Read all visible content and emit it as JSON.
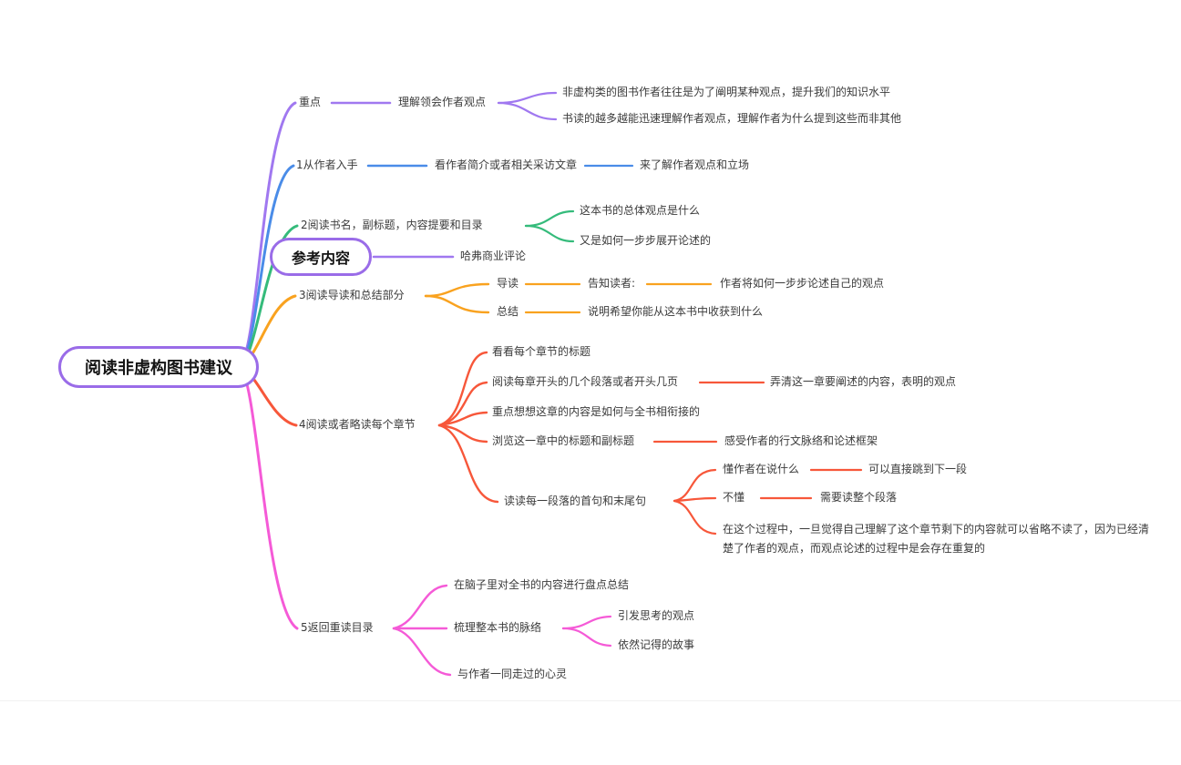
{
  "canvas": {
    "background": "#ffffff"
  },
  "colors": {
    "purple": "#a078f0",
    "purple_border": "#9a6ce8",
    "blue": "#4a8ce8",
    "green": "#35bb7b",
    "orange": "#f9a21f",
    "red": "#f7573a",
    "pink": "#f55ad7",
    "text": "#3b3b3b"
  },
  "mindmap": {
    "root": {
      "label": "阅读非虚构图书建议"
    },
    "reference": {
      "label": "参考内容",
      "child": {
        "label": "哈弗商业评论"
      }
    },
    "branches": [
      {
        "label": "重点",
        "color": "#a078f0",
        "children": [
          {
            "label": "理解领会作者观点",
            "children": [
              {
                "label": "非虚构类的图书作者往往是为了阐明某种观点，提升我们的知识水平"
              },
              {
                "label": "书读的越多越能迅速理解作者观点，理解作者为什么提到这些而非其他"
              }
            ]
          }
        ]
      },
      {
        "label": "1从作者入手",
        "color": "#4a8ce8",
        "children": [
          {
            "label": "看作者简介或者相关采访文章",
            "children": [
              {
                "label": "来了解作者观点和立场"
              }
            ]
          }
        ]
      },
      {
        "label": "2阅读书名，副标题，内容提要和目录",
        "color": "#35bb7b",
        "children": [
          {
            "label": "这本书的总体观点是什么"
          },
          {
            "label": "又是如何一步步展开论述的"
          }
        ]
      },
      {
        "label": "3阅读导读和总结部分",
        "color": "#f9a21f",
        "children": [
          {
            "label": "导读",
            "children": [
              {
                "label": "告知读者:",
                "children": [
                  {
                    "label": "作者将如何一步步论述自己的观点"
                  }
                ]
              }
            ]
          },
          {
            "label": "总结",
            "children": [
              {
                "label": "说明希望你能从这本书中收获到什么"
              }
            ]
          }
        ]
      },
      {
        "label": "4阅读或者略读每个章节",
        "color": "#f7573a",
        "children": [
          {
            "label": "看看每个章节的标题"
          },
          {
            "label": "阅读每章开头的几个段落或者开头几页",
            "children": [
              {
                "label": "弄清这一章要阐述的内容，表明的观点"
              }
            ]
          },
          {
            "label": "重点想想这章的内容是如何与全书相衔接的"
          },
          {
            "label": "浏览这一章中的标题和副标题",
            "children": [
              {
                "label": "感受作者的行文脉络和论述框架"
              }
            ]
          },
          {
            "label": "读读每一段落的首句和末尾句",
            "children": [
              {
                "label": "懂作者在说什么",
                "children": [
                  {
                    "label": "可以直接跳到下一段"
                  }
                ]
              },
              {
                "label": "不懂",
                "children": [
                  {
                    "label": "需要读整个段落"
                  }
                ]
              },
              {
                "label": "在这个过程中，一旦觉得自己理解了这个章节剩下的内容就可以省略不读了，因为已经清楚了作者的观点，而观点论述的过程中是会存在重复的"
              }
            ]
          }
        ]
      },
      {
        "label": "5返回重读目录",
        "color": "#f55ad7",
        "children": [
          {
            "label": "在脑子里对全书的内容进行盘点总结"
          },
          {
            "label": "梳理整本书的脉络",
            "children": [
              {
                "label": "引发思考的观点"
              },
              {
                "label": "依然记得的故事"
              }
            ]
          },
          {
            "label": "与作者一同走过的心灵"
          }
        ]
      }
    ]
  }
}
